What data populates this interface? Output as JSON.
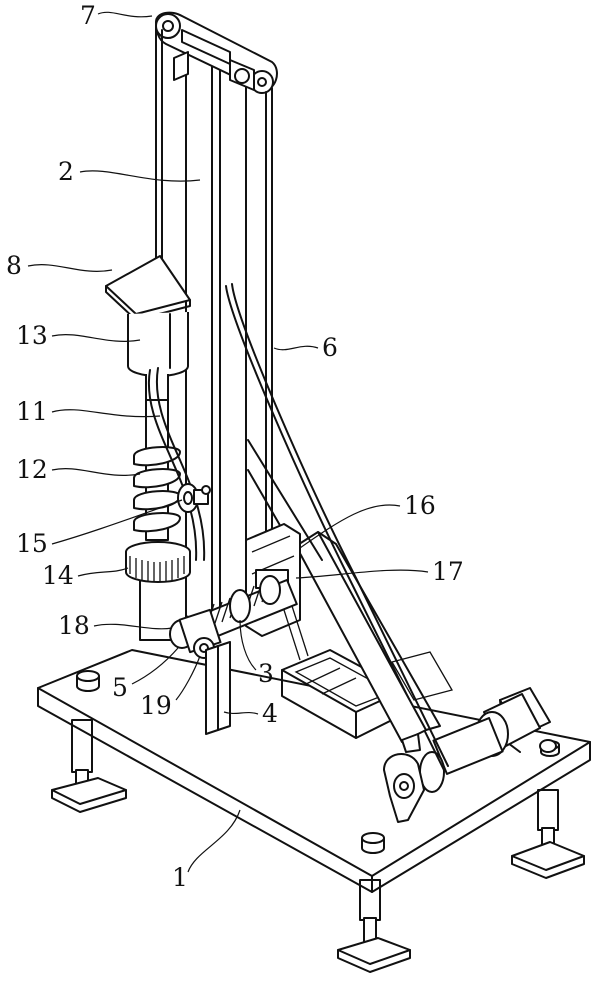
{
  "labels": [
    {
      "id": "7",
      "text": "7"
    },
    {
      "id": "2",
      "text": "2"
    },
    {
      "id": "8",
      "text": "8"
    },
    {
      "id": "13",
      "text": "13"
    },
    {
      "id": "6",
      "text": "6"
    },
    {
      "id": "11",
      "text": "11"
    },
    {
      "id": "12",
      "text": "12"
    },
    {
      "id": "16",
      "text": "16"
    },
    {
      "id": "15",
      "text": "15"
    },
    {
      "id": "14",
      "text": "14"
    },
    {
      "id": "17",
      "text": "17"
    },
    {
      "id": "18",
      "text": "18"
    },
    {
      "id": "3",
      "text": "3"
    },
    {
      "id": "5",
      "text": "5"
    },
    {
      "id": "19",
      "text": "19"
    },
    {
      "id": "4",
      "text": "4"
    },
    {
      "id": "1",
      "text": "1"
    }
  ],
  "colors": {
    "ink": "#111111",
    "background": "#ffffff"
  }
}
